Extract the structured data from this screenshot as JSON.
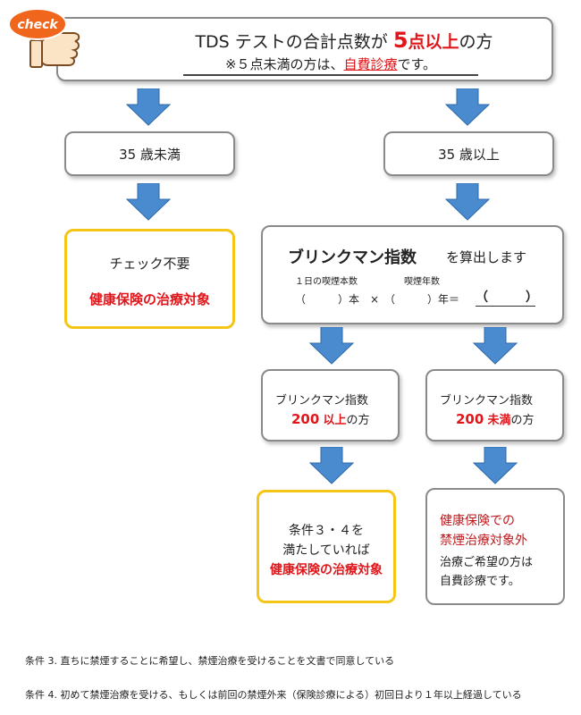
{
  "header": {
    "line1_pre": "TDS テストの合計点数が ",
    "line1_num": "5",
    "line1_mid": "点以上",
    "line1_post": "の方",
    "line2_pre": "※５点未満の方は、",
    "line2_red": "自費診療",
    "line2_post": "です。",
    "badge_text": "check"
  },
  "age": {
    "under": "35 歳未満",
    "over": "35 歳以上"
  },
  "nocheck": {
    "title": "チェック不要",
    "target": "健康保険の治療対象"
  },
  "brinkman": {
    "title": "ブリンクマン指数",
    "title_rest": "を算出します",
    "label_cigarettes": "１日の喫煙本数",
    "label_years": "喫煙年数",
    "formula": "（　　　）本　×　（　　　）年＝",
    "result": "（　　　）"
  },
  "bm_over": {
    "title": "ブリンクマン指数",
    "num": "200",
    "suffix": "以上",
    "post": "の方"
  },
  "bm_under": {
    "title": "ブリンクマン指数",
    "num": "200",
    "suffix": "未満",
    "post": "の方"
  },
  "cond34": {
    "line1": "条件３・４を",
    "line2": "満たしていれば",
    "line3": "健康保険の治療対象"
  },
  "not_covered": {
    "line1": "健康保険での",
    "line2": "禁煙治療対象外",
    "line3": "治療ご希望の方は",
    "line4": "自費診療です。"
  },
  "footnotes": {
    "cond3": "条件 3.  直ちに禁煙することに希望し、禁煙治療を受けることを文書で同意している",
    "cond4": "条件 4.  初めて禁煙治療を受ける、もしくは前回の禁煙外来（保険診療による）初回日より１年以上経過している"
  },
  "colors": {
    "arrow": "#4a8bd0",
    "accent_red": "#e0161b",
    "yellow_border": "#f5c518",
    "gray_border": "#8a8a8a",
    "badge_orange": "#f0661c"
  },
  "icons": {
    "badge": "thumbs-up-check-badge-icon",
    "arrow": "down-arrow-icon"
  }
}
